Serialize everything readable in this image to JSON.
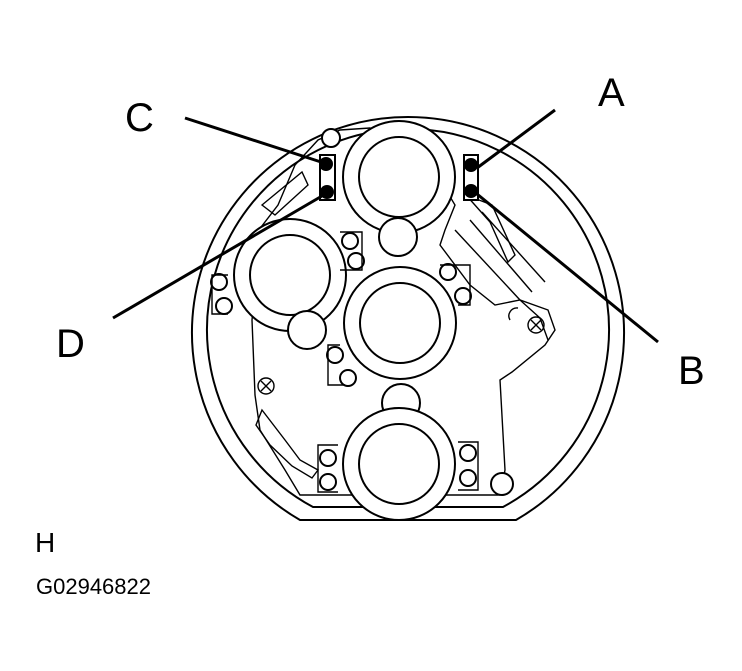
{
  "diagram": {
    "callouts": {
      "a": "A",
      "b": "B",
      "c": "C",
      "d": "D"
    },
    "view_label": "H",
    "figure_code": "G02946822"
  }
}
